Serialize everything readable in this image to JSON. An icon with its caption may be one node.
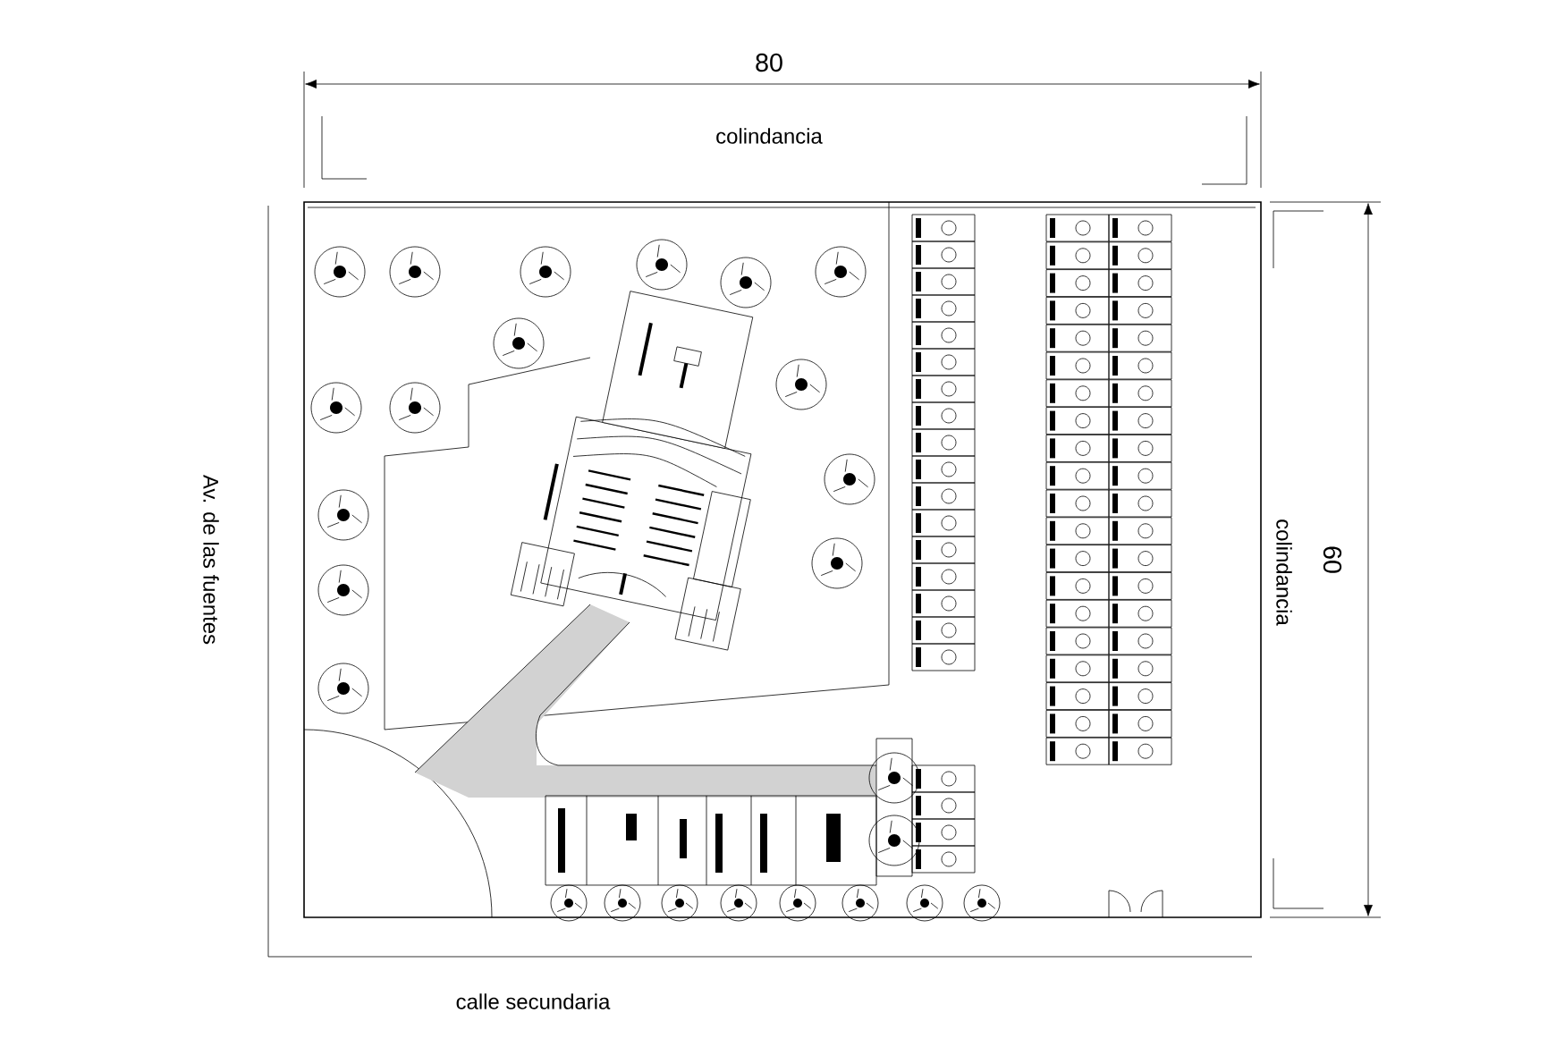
{
  "diagram": {
    "labels": [
      "80",
      "colindancia",
      "60",
      "colindancia",
      "Av. de las fuentes",
      "calle secundaria"
    ]
  }
}
